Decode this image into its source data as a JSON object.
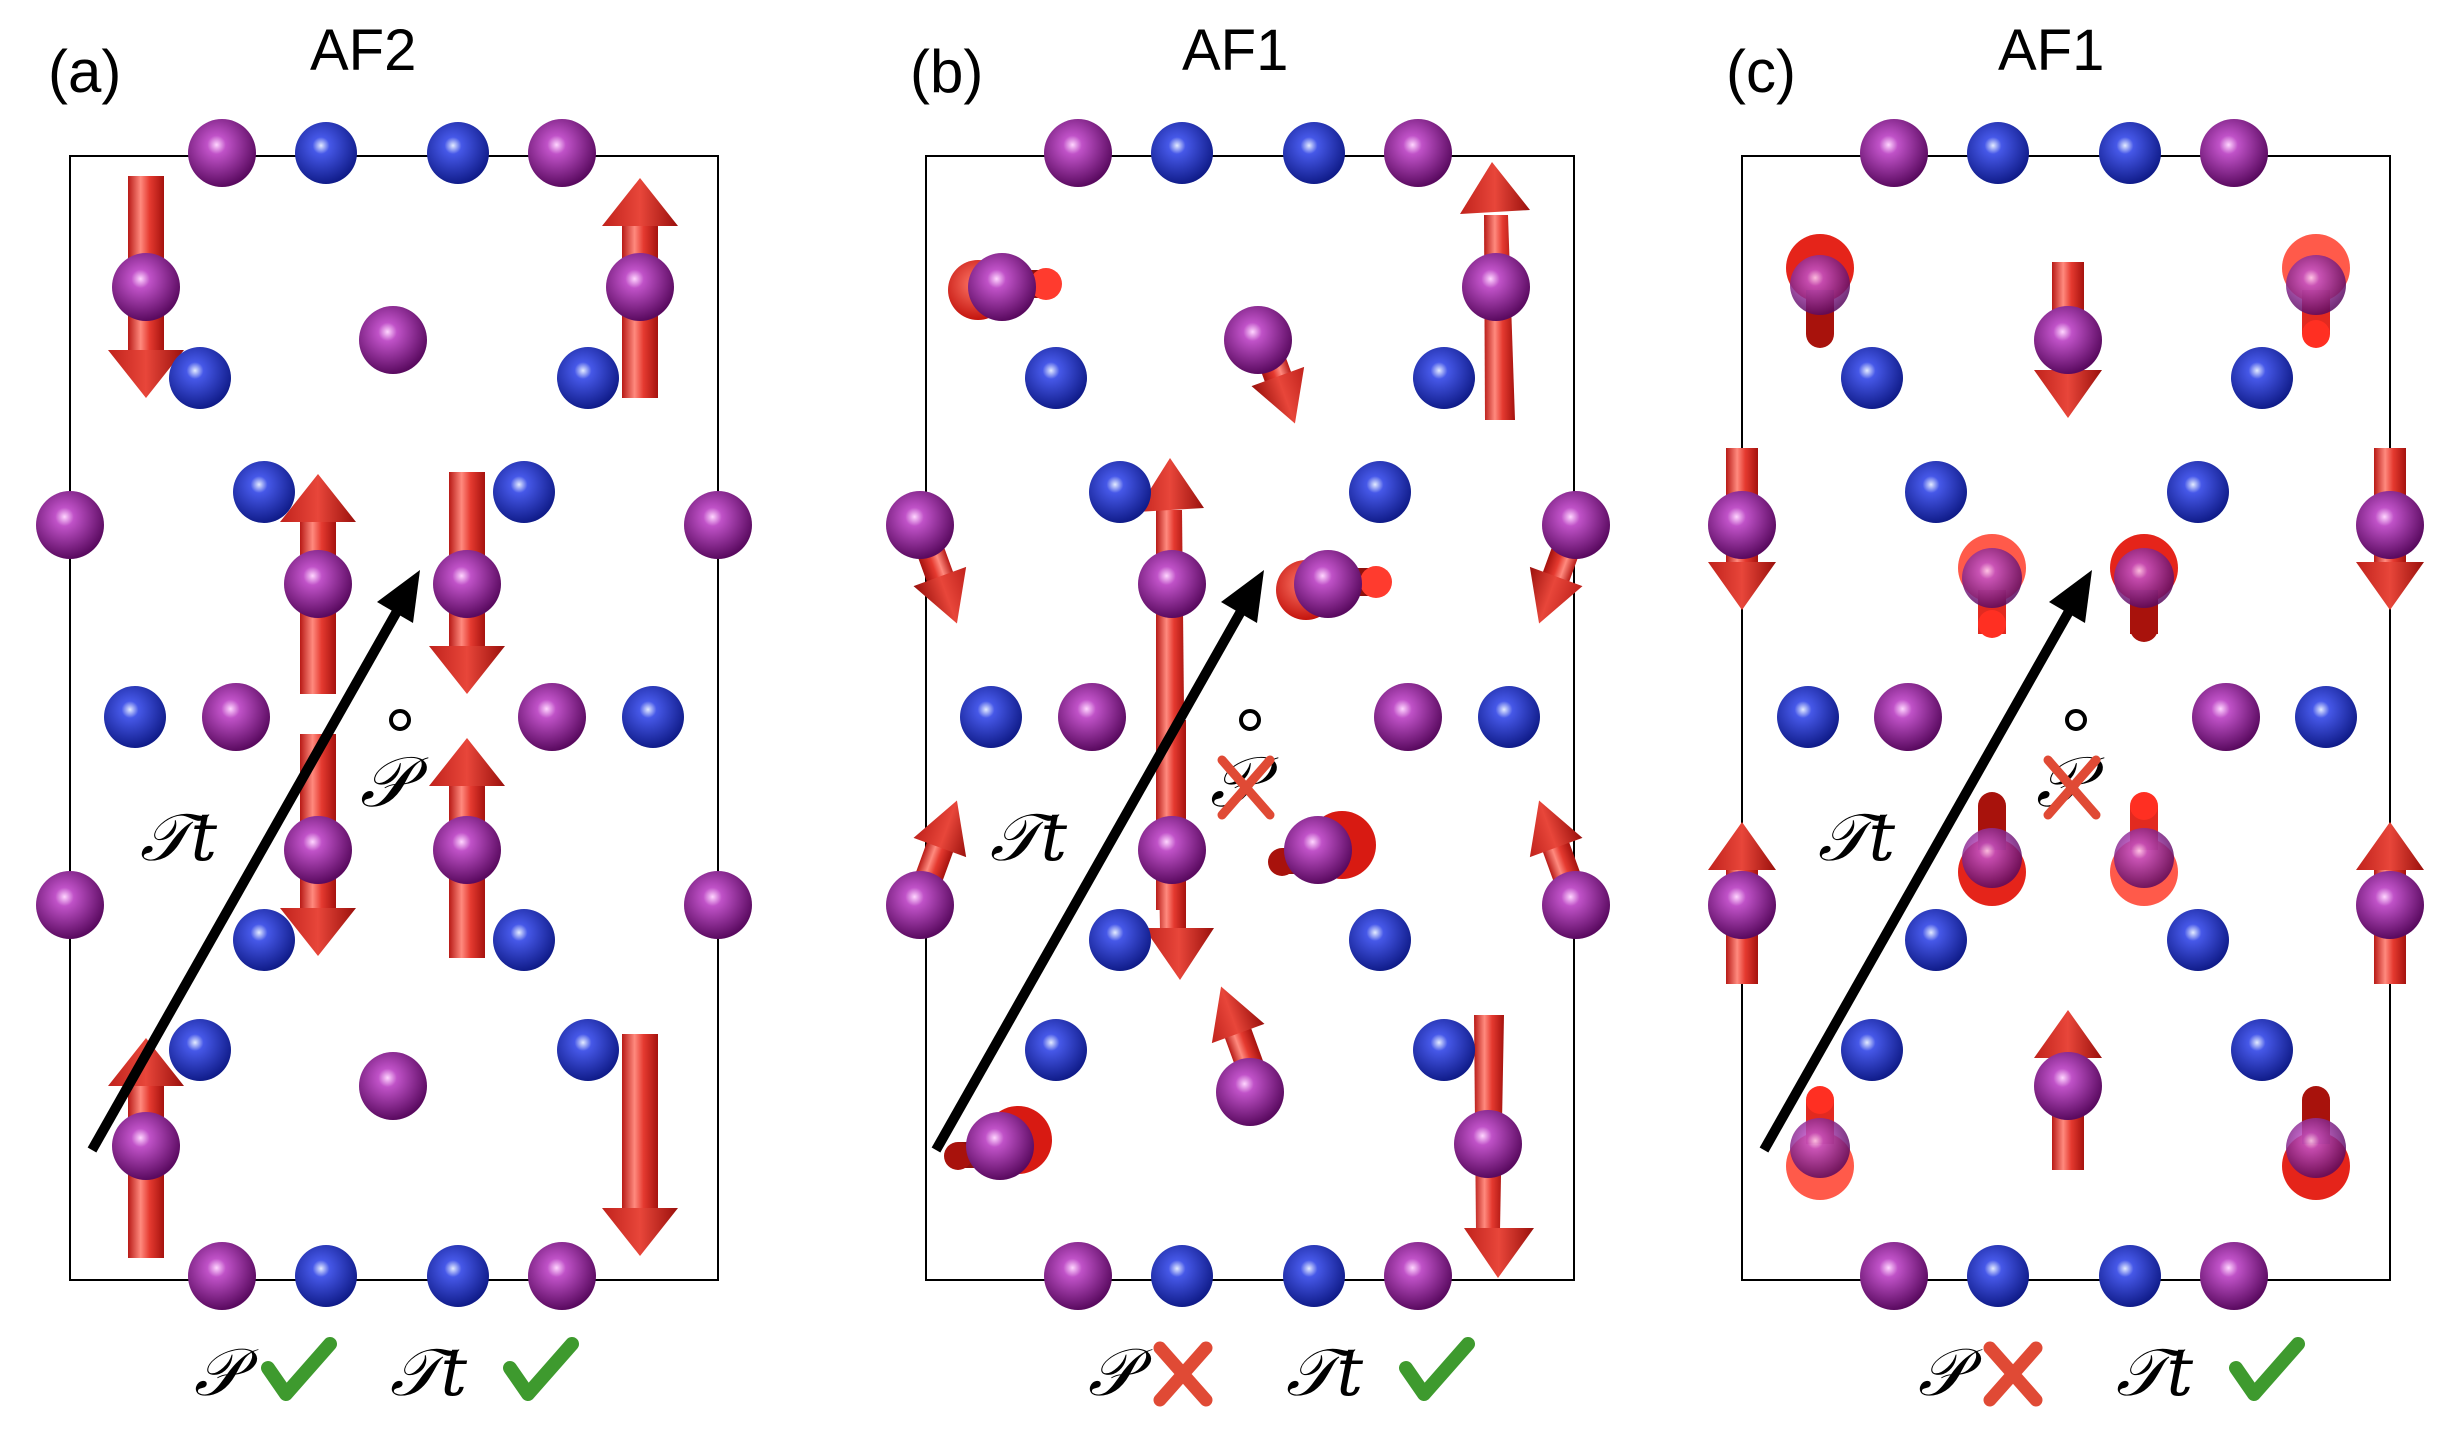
{
  "panels": [
    {
      "id": "a",
      "label": "(a)",
      "title": "AF2",
      "center_symbol": "𝒫",
      "arrow_symbol": "𝒯t",
      "p_crossed": false,
      "symmetry": [
        {
          "symbol": "𝒫",
          "status": "check"
        },
        {
          "symbol": "𝒯t",
          "status": "check"
        }
      ]
    },
    {
      "id": "b",
      "label": "(b)",
      "title": "AF1",
      "center_symbol": "𝒫",
      "arrow_symbol": "𝒯t",
      "p_crossed": true,
      "symmetry": [
        {
          "symbol": "𝒫",
          "status": "cross"
        },
        {
          "symbol": "𝒯t",
          "status": "check"
        }
      ]
    },
    {
      "id": "c",
      "label": "(c)",
      "title": "AF1",
      "center_symbol": "𝒫",
      "arrow_symbol": "𝒯t",
      "p_crossed": true,
      "symmetry": [
        {
          "symbol": "𝒫",
          "status": "cross"
        },
        {
          "symbol": "𝒯t",
          "status": "check"
        }
      ]
    }
  ],
  "colors": {
    "magnetic_atom": "#8a1f8f",
    "nonmagnetic_atom": "#2636c8",
    "spin_arrow": "#e23b32",
    "check": "#3e9a2e",
    "cross": "#e04a35",
    "frame": "#000000"
  }
}
